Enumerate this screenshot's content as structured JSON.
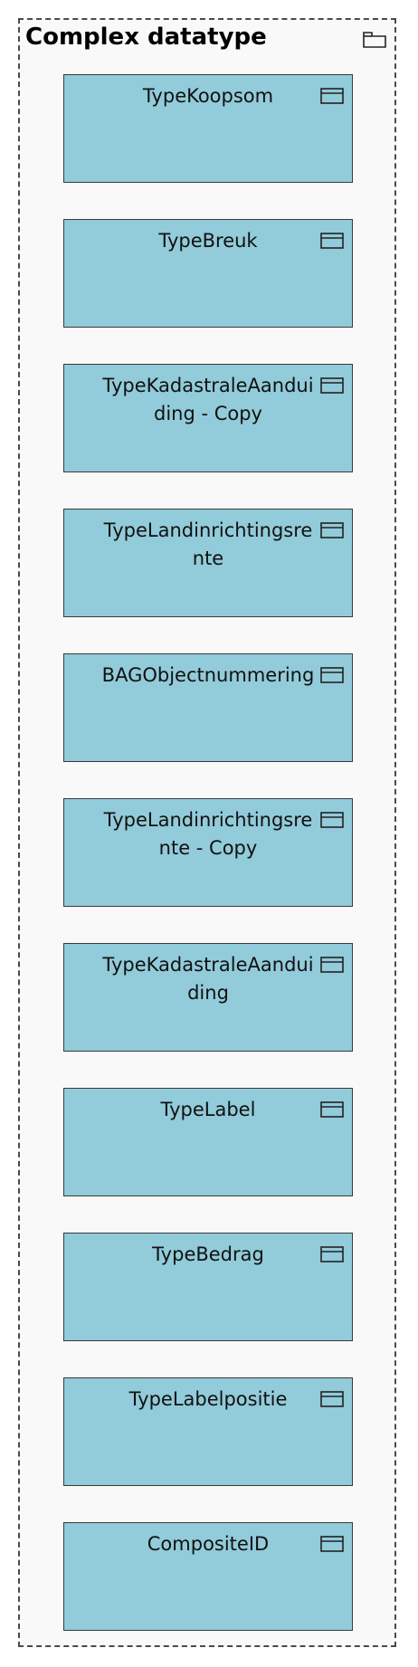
{
  "package": {
    "title": "Complex datatype",
    "icon": "package-icon"
  },
  "colors": {
    "class_fill": "#92cbd9",
    "class_border": "#3a3a3a",
    "package_fill": "#f9f9f9",
    "package_border": "#4a4a4a"
  },
  "classes": [
    {
      "name": "TypeKoopsom",
      "icon": "class-icon"
    },
    {
      "name": "TypeBreuk",
      "icon": "class-icon"
    },
    {
      "name": "TypeKadastraleAanduiding - Copy",
      "icon": "class-icon"
    },
    {
      "name": "TypeLandinrichtingsrente",
      "icon": "class-icon"
    },
    {
      "name": "BAGObjectnummering",
      "icon": "class-icon"
    },
    {
      "name": "TypeLandinrichtingsrente - Copy",
      "icon": "class-icon"
    },
    {
      "name": "TypeKadastraleAanduiding",
      "icon": "class-icon"
    },
    {
      "name": "TypeLabel",
      "icon": "class-icon"
    },
    {
      "name": "TypeBedrag",
      "icon": "class-icon"
    },
    {
      "name": "TypeLabelpositie",
      "icon": "class-icon"
    },
    {
      "name": "CompositeID",
      "icon": "class-icon"
    }
  ]
}
